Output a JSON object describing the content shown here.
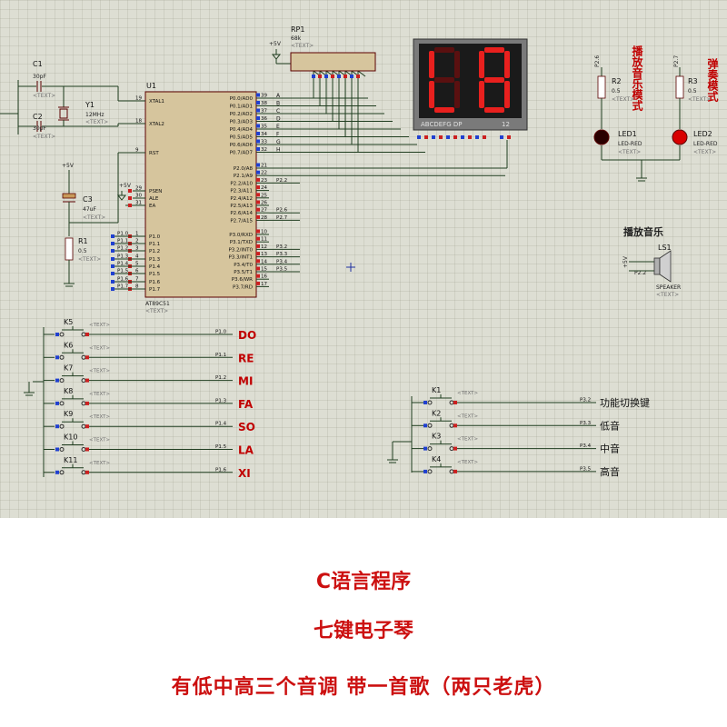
{
  "captions": {
    "line1": "C语言程序",
    "line2": "七键电子琴",
    "line3": "有低中高三个音调  带一首歌（两只老虎）"
  },
  "text_placeholder": "<TEXT>",
  "chip": {
    "ref": "U1",
    "part": "AT89C51",
    "left_pins": [
      {
        "num": "19",
        "name": "XTAL1"
      },
      {
        "num": "18",
        "name": "XTAL2"
      },
      {
        "num": "9",
        "name": "RST"
      },
      {
        "num": "29",
        "name": "PSEN"
      },
      {
        "num": "30",
        "name": "ALE"
      },
      {
        "num": "31",
        "name": "EA"
      },
      {
        "num": "1",
        "name": "P1.0"
      },
      {
        "num": "2",
        "name": "P1.1"
      },
      {
        "num": "3",
        "name": "P1.2"
      },
      {
        "num": "4",
        "name": "P1.3"
      },
      {
        "num": "5",
        "name": "P1.4"
      },
      {
        "num": "6",
        "name": "P1.5"
      },
      {
        "num": "7",
        "name": "P1.6"
      },
      {
        "num": "8",
        "name": "P1.7"
      }
    ],
    "right_pins": [
      {
        "num": "39",
        "name": "P0.0/AD0"
      },
      {
        "num": "38",
        "name": "P0.1/AD1"
      },
      {
        "num": "37",
        "name": "P0.2/AD2"
      },
      {
        "num": "36",
        "name": "P0.3/AD3"
      },
      {
        "num": "35",
        "name": "P0.4/AD4"
      },
      {
        "num": "34",
        "name": "P0.5/AD5"
      },
      {
        "num": "33",
        "name": "P0.6/AD6"
      },
      {
        "num": "32",
        "name": "P0.7/AD7"
      },
      {
        "num": "21",
        "name": "P2.0/A8"
      },
      {
        "num": "22",
        "name": "P2.1/A9"
      },
      {
        "num": "23",
        "name": "P2.2/A10"
      },
      {
        "num": "24",
        "name": "P2.3/A11"
      },
      {
        "num": "25",
        "name": "P2.4/A12"
      },
      {
        "num": "26",
        "name": "P2.5/A13"
      },
      {
        "num": "27",
        "name": "P2.6/A14"
      },
      {
        "num": "28",
        "name": "P2.7/A15"
      },
      {
        "num": "10",
        "name": "P3.0/RXD"
      },
      {
        "num": "11",
        "name": "P3.1/TXD"
      },
      {
        "num": "12",
        "name": "P3.2/INT0"
      },
      {
        "num": "13",
        "name": "P3.3/INT1"
      },
      {
        "num": "14",
        "name": "P3.4/T0"
      },
      {
        "num": "15",
        "name": "P3.5/T1"
      },
      {
        "num": "16",
        "name": "P3.6/WR"
      },
      {
        "num": "17",
        "name": "P3.7/RD"
      }
    ],
    "port0_net_labels": [
      "A",
      "B",
      "C",
      "D",
      "E",
      "F",
      "G",
      "H"
    ],
    "port2_net_labels": [
      "P2.2",
      "P2.6",
      "P2.7"
    ],
    "port3_net_labels": [
      "P3.2",
      "P3.3",
      "P3.4",
      "P3.5"
    ]
  },
  "components": {
    "c1": {
      "ref": "C1",
      "value": "30pF"
    },
    "c2": {
      "ref": "C2",
      "value": "30pF"
    },
    "y1": {
      "ref": "Y1",
      "value": "12MHz"
    },
    "c3": {
      "ref": "C3",
      "value": "47uF"
    },
    "r1": {
      "ref": "R1",
      "value": "0.5"
    },
    "rp1": {
      "ref": "RP1",
      "value": "68k"
    },
    "r2": {
      "ref": "R2",
      "value": "0.5"
    },
    "r3": {
      "ref": "R3",
      "value": "0.5"
    },
    "led1": {
      "ref": "LED1",
      "value": "LED-RED"
    },
    "led2": {
      "ref": "LED2",
      "value": "LED-RED"
    },
    "ls1": {
      "ref": "LS1",
      "value": "SPEAKER"
    },
    "vcc": "+5V"
  },
  "display": {
    "digits": [
      "L",
      "8"
    ],
    "pin_label": "ABCDEFG  DP",
    "pin_label2": "12",
    "segment_color": "#e8201e",
    "dim_color": "#5a1010",
    "body_color": "#1a1a1a"
  },
  "led_nets": {
    "r2": "P2.6",
    "r3": "P2.7"
  },
  "mode_labels": {
    "play": "播放音乐模式",
    "perform": "弹奏模式",
    "speaker_title": "播放音乐",
    "speaker_net": "P2.2"
  },
  "note_keys": [
    {
      "ref": "K5",
      "net": "P1.0",
      "note": "DO"
    },
    {
      "ref": "K6",
      "net": "P1.1",
      "note": "RE"
    },
    {
      "ref": "K7",
      "net": "P1.2",
      "note": "MI"
    },
    {
      "ref": "K8",
      "net": "P1.3",
      "note": "FA"
    },
    {
      "ref": "K9",
      "net": "P1.4",
      "note": "SO"
    },
    {
      "ref": "K10",
      "net": "P1.5",
      "note": "LA"
    },
    {
      "ref": "K11",
      "net": "P1.6",
      "note": "XI"
    }
  ],
  "func_keys": [
    {
      "ref": "K1",
      "net": "P3.2",
      "label": "功能切换键"
    },
    {
      "ref": "K2",
      "net": "P3.3",
      "label": "低音"
    },
    {
      "ref": "K3",
      "net": "P3.4",
      "label": "中音"
    },
    {
      "ref": "K4",
      "net": "P3.5",
      "label": "高音"
    }
  ],
  "p1_net_labels": [
    "P1.0",
    "P1.1",
    "P1.2",
    "P1.3",
    "P1.4",
    "P1.5",
    "P1.6",
    "P1.7"
  ],
  "colors": {
    "wire": "#1f3d1f",
    "text_red": "#c00000",
    "caption_red": "#cc1010",
    "grid_bg": "#ddded3"
  }
}
